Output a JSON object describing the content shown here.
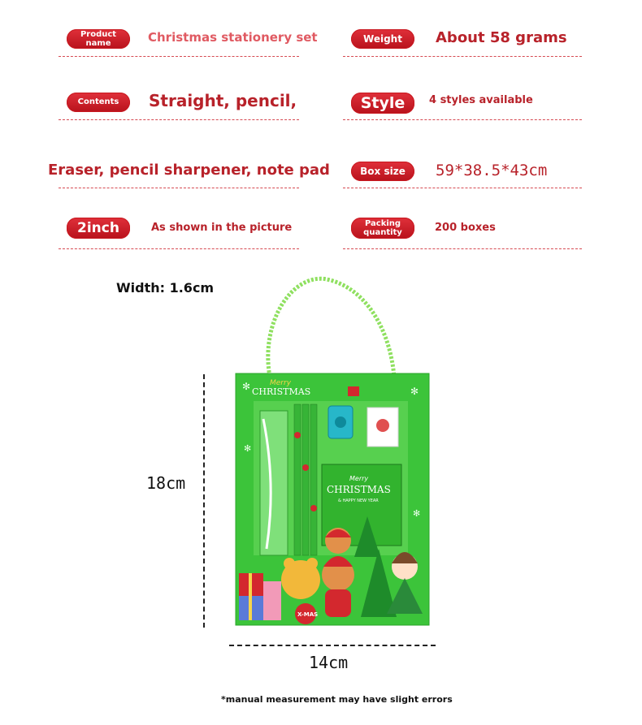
{
  "specs": {
    "product_name": {
      "label": "Product name",
      "label_line1": "Product",
      "label_line2": "name",
      "value": "Christmas stationery set"
    },
    "weight": {
      "label": "Weight",
      "value": "About 58 grams"
    },
    "contents": {
      "label": "Contents",
      "value_line1": "Straight, pencil,",
      "value_line2": "Eraser, pencil sharpener, note pad"
    },
    "style": {
      "label": "Style",
      "value": "4 styles available"
    },
    "box_size": {
      "label": "Box size",
      "value": "59*38.5*43cm"
    },
    "size": {
      "label": "2inch",
      "value": "As shown in the picture"
    },
    "packing": {
      "label": "Packing quantity",
      "label_line1": "Packing",
      "label_line2": "quantity",
      "value": "200 boxes"
    }
  },
  "dimensions": {
    "width_note": "Width: 1.6cm",
    "height": "18cm",
    "length": "14cm"
  },
  "product_art": {
    "brand_small": "Merry",
    "brand": "CHRISTMAS",
    "notepad_small": "Merry",
    "notepad_title": "CHRISTMAS",
    "notepad_sub": "& HAPPY NEW YEAR",
    "badge": "X-MAS"
  },
  "footnote": "*manual measurement may have slight errors",
  "colors": {
    "accent_red": "#c8181f",
    "box_green": "#3cc43a",
    "handle_green": "#8fe060"
  }
}
